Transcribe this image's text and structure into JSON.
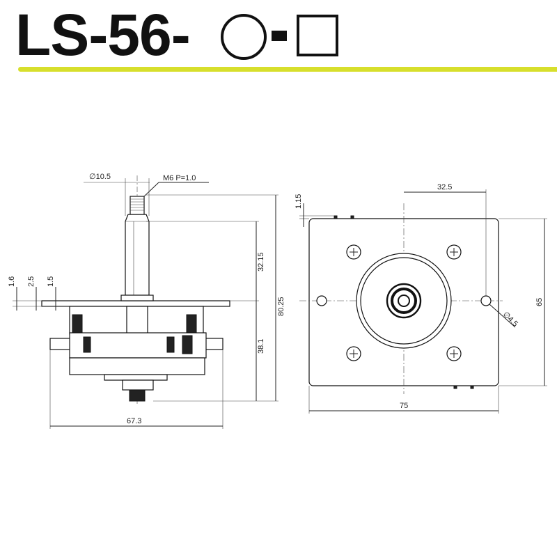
{
  "header": {
    "title": "LS-56-",
    "title_glyphs": [
      "circle-icon",
      "dash",
      "square-icon"
    ],
    "accent_color": "#d7df2c"
  },
  "side_view": {
    "labels": {
      "shaft_diameter": "∅10.5",
      "thread": "M6  P=1.0",
      "plate_t1": "1.6",
      "plate_t2": "2.5",
      "plate_t3": "1.5",
      "shaft_height": "32.15",
      "lower_height": "38.1",
      "total_height": "80.25",
      "width": "67.3"
    }
  },
  "top_view": {
    "labels": {
      "offset": "1.15",
      "hole_pitch": "32.5",
      "height": "65",
      "width": "75",
      "hole_diameter": "∅4.5"
    }
  }
}
